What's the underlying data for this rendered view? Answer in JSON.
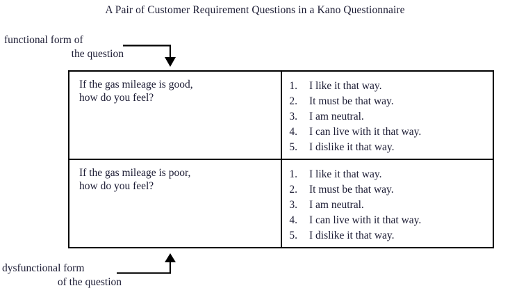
{
  "figure": {
    "title": "A Pair of Customer Requirement Questions in a Kano Questionnaire"
  },
  "annotations": {
    "functional": {
      "line1": "functional form of",
      "line2": "the question"
    },
    "dysfunctional": {
      "line1": "dysfunctional form",
      "line2": "of the question"
    }
  },
  "table": {
    "rows": [
      {
        "question": {
          "line1": "If the gas mileage is good,",
          "line2": "how do you feel?"
        },
        "answers": [
          {
            "number": "1.",
            "text": "I like it that way."
          },
          {
            "number": "2.",
            "text": "It must be that way."
          },
          {
            "number": "3.",
            "text": "I am neutral."
          },
          {
            "number": "4.",
            "text": "I can live with it that way."
          },
          {
            "number": "5.",
            "text": "I dislike it that way."
          }
        ]
      },
      {
        "question": {
          "line1": "If the gas mileage is poor,",
          "line2": "how do you feel?"
        },
        "answers": [
          {
            "number": "1.",
            "text": "I like it that way."
          },
          {
            "number": "2.",
            "text": "It must be that way."
          },
          {
            "number": "3.",
            "text": "I am neutral."
          },
          {
            "number": "4.",
            "text": "I can live with it that way."
          },
          {
            "number": "5.",
            "text": "I dislike it that way."
          }
        ]
      }
    ]
  },
  "colors": {
    "ink": "#1b1b33",
    "rule": "#000000",
    "background": "#ffffff"
  }
}
